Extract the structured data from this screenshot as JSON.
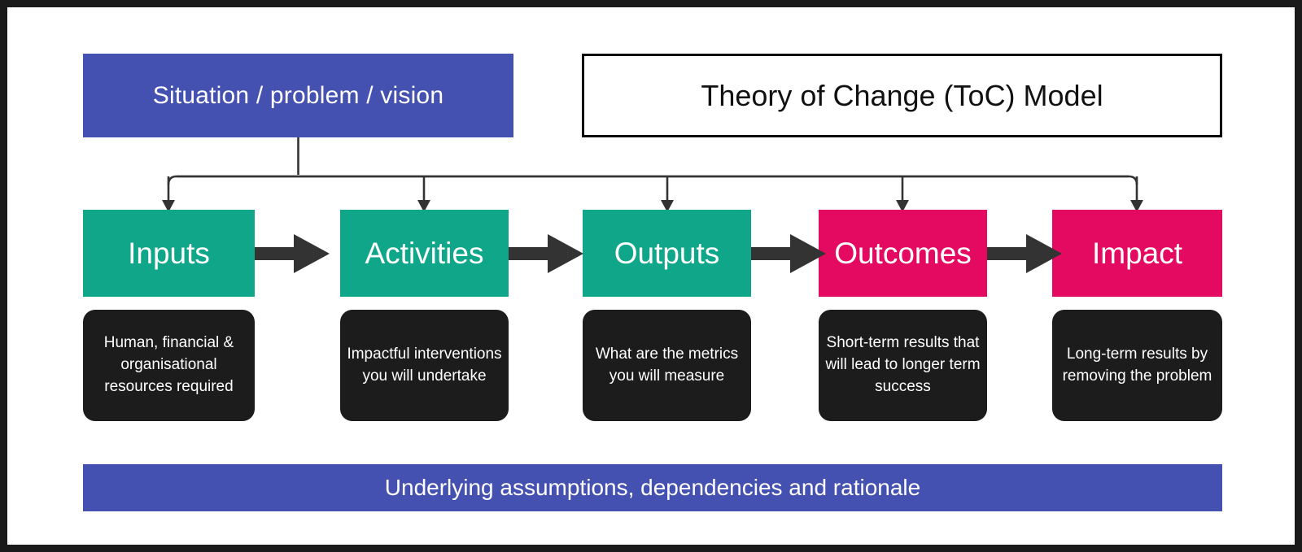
{
  "diagram": {
    "title": "Theory of Change (ToC) Model",
    "top_box_label": "Situation / problem / vision",
    "footer_label": "Underlying assumptions, dependencies and rationale",
    "colors": {
      "blue": "#4551B0",
      "teal": "#0FA68A",
      "pink": "#E40A62",
      "arrow_gray": "#333333",
      "desc_black": "#1C1C1C",
      "frame_black": "#1A1A1A",
      "text_white": "#FFFFFF"
    },
    "stages": [
      {
        "label": "Inputs",
        "color_name": "teal",
        "description": "Human, financial & organisational resources required"
      },
      {
        "label": "Activities",
        "color_name": "teal",
        "description": "Impactful interventions you will undertake"
      },
      {
        "label": "Outputs",
        "color_name": "teal",
        "description": "What are the metrics you will measure"
      },
      {
        "label": "Outcomes",
        "color_name": "pink",
        "description": "Short-term results that will lead to longer term success"
      },
      {
        "label": "Impact",
        "color_name": "pink",
        "description": "Long-term results by removing the problem"
      }
    ]
  }
}
